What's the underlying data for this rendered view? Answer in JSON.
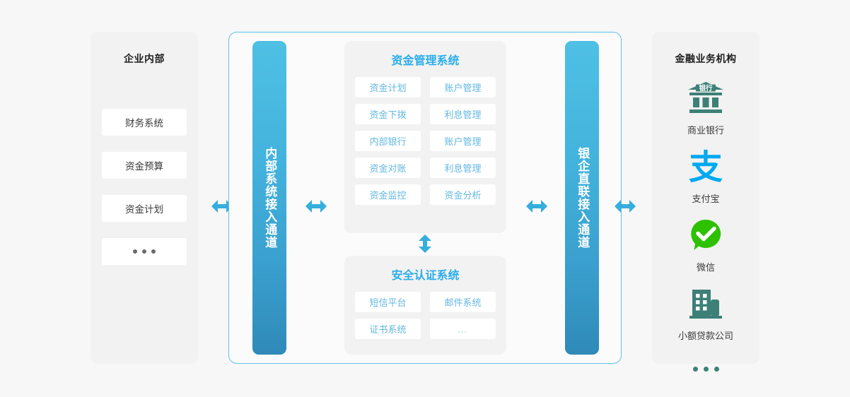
{
  "left_panel": {
    "title": "企业内部",
    "items": [
      {
        "label": "财务系统"
      },
      {
        "label": "资金预算"
      },
      {
        "label": "资金计划"
      },
      {
        "label": "•••",
        "icon": "ellipsis-icon"
      }
    ]
  },
  "gateways": {
    "internal": {
      "label": "内部系统接入通道"
    },
    "bank": {
      "label": "银企直联接入通道"
    }
  },
  "fund_panel": {
    "title": "资金管理系统",
    "modules": [
      {
        "label": "资金计划"
      },
      {
        "label": "账户管理"
      },
      {
        "label": "资金下拨"
      },
      {
        "label": "利息管理"
      },
      {
        "label": "内部银行"
      },
      {
        "label": "账户管理"
      },
      {
        "label": "资金对账"
      },
      {
        "label": "利息管理"
      },
      {
        "label": "资金监控"
      },
      {
        "label": "资金分析"
      }
    ]
  },
  "secure_panel": {
    "title": "安全认证系统",
    "modules": [
      {
        "label": "短信平台"
      },
      {
        "label": "邮件系统"
      },
      {
        "label": "证书系统"
      },
      {
        "label": "…"
      }
    ]
  },
  "right_panel": {
    "title": "金融业务机构",
    "institutions": [
      {
        "label": "商业银行",
        "icon": "bank-building-icon",
        "icon_text": "银行"
      },
      {
        "label": "支付宝",
        "icon": "alipay-logo-icon",
        "icon_text": "支"
      },
      {
        "label": "微信",
        "icon": "wechat-logo-icon"
      },
      {
        "label": "小额贷款公司",
        "icon": "office-building-icon"
      }
    ],
    "more": {
      "label": "•••",
      "icon": "ellipsis-icon"
    }
  },
  "arrows": {
    "left_outer": {
      "icon": "double-arrow-horizontal-icon"
    },
    "left_inner": {
      "icon": "double-arrow-horizontal-icon"
    },
    "right_inner": {
      "icon": "double-arrow-horizontal-icon"
    },
    "right_outer": {
      "icon": "double-arrow-horizontal-icon"
    },
    "vertical": {
      "icon": "double-arrow-vertical-icon"
    }
  },
  "colors": {
    "accent_blue": "#2badeb",
    "gateway_top": "#4fc0e4",
    "gateway_bottom": "#2f8ab8",
    "module_text": "#63b8e0",
    "teal": "#3d8077",
    "wechat_green": "#2dc100",
    "alipay_blue": "#02a9f1",
    "panel_bg": "#f2f2f2",
    "page_bg": "#f7f7f7"
  }
}
